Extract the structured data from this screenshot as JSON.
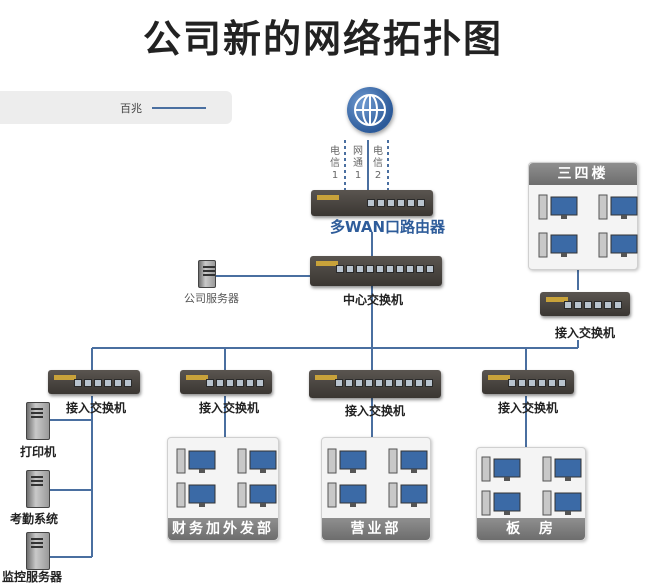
{
  "title": "公司新的网络拓扑图",
  "legend": {
    "label": "百兆",
    "line_color": "#4a6fa0"
  },
  "internet": {
    "lines": [
      {
        "label": "电信1",
        "chars": [
          "电",
          "信",
          "1"
        ]
      },
      {
        "label": "网通1",
        "chars": [
          "网",
          "通",
          "1"
        ]
      },
      {
        "label": "电信2",
        "chars": [
          "电",
          "信",
          "2"
        ]
      }
    ]
  },
  "router": {
    "label": "多WAN口路由器"
  },
  "core_switch": {
    "label": "中心交换机"
  },
  "company_server": {
    "label": "公司服务器"
  },
  "floor34": {
    "label": "三四楼",
    "switch_label": "接入交换机"
  },
  "access_switches": [
    {
      "label": "接入交换机"
    },
    {
      "label": "接入交换机"
    },
    {
      "label": "接入交换机"
    },
    {
      "label": "接入交换机"
    }
  ],
  "devices": [
    {
      "label": "打印机"
    },
    {
      "label": "考勤系统"
    },
    {
      "label": "监控服务器"
    }
  ],
  "departments": [
    {
      "label": "财务加外发部"
    },
    {
      "label": "营业部"
    },
    {
      "label": "板  房"
    }
  ],
  "colors": {
    "line": "#4a6fa0",
    "router_label": "#2e5c9a",
    "box_label_bg": "#7d7d7d"
  },
  "icons": [
    "globe-icon",
    "router-icon",
    "switch-icon",
    "server-icon",
    "pc-icon",
    "printer-icon"
  ]
}
